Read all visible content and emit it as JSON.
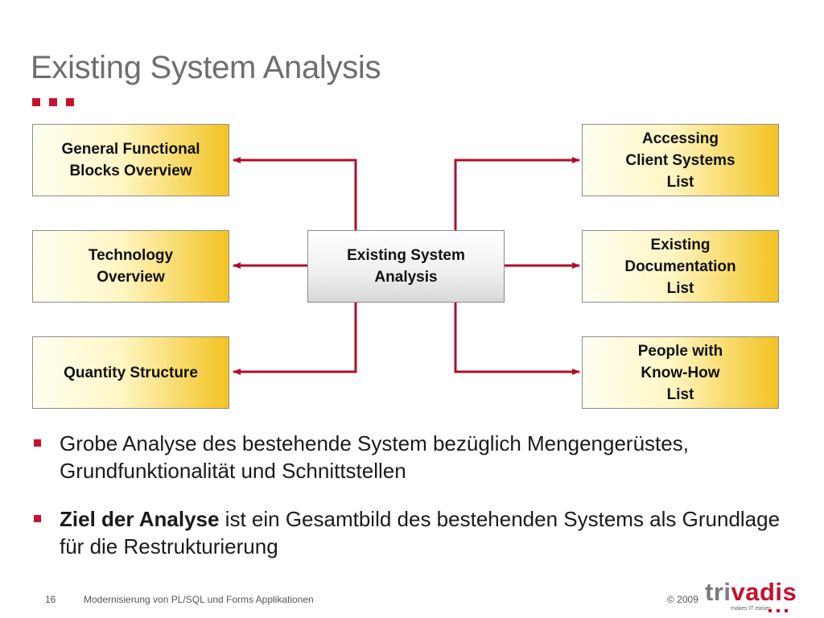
{
  "slide": {
    "title": "Existing System Analysis",
    "accent_color": "#c8102e"
  },
  "diagram": {
    "center": {
      "label": "Existing System\nAnalysis"
    },
    "left_boxes": [
      {
        "label": "General Functional\nBlocks Overview"
      },
      {
        "label": "Technology\nOverview"
      },
      {
        "label": "Quantity Structure"
      }
    ],
    "right_boxes": [
      {
        "label": "Accessing\nClient Systems\nList"
      },
      {
        "label": "Existing\nDocumentation\nList"
      },
      {
        "label": "People with\nKnow-How\nList"
      }
    ],
    "box_gradient": [
      "#fffff2",
      "#f3c321"
    ],
    "connector_color": "#b00d2a"
  },
  "bullets": [
    {
      "bold": "",
      "text": "Grobe Analyse des bestehende System bezüglich Mengengerüstes, Grundfunktionalität und Schnittstellen"
    },
    {
      "bold": "Ziel der Analyse",
      "text": " ist ein Gesamtbild des bestehenden Systems als Grundlage für die Restrukturierung"
    }
  ],
  "footer": {
    "page_number": "16",
    "subject": "Modernisierung von PL/SQL und Forms Applikationen",
    "copyright": "© 2009",
    "logo_prefix": "tri",
    "logo_suffix": "vadis",
    "logo_tagline": "makes IT easier."
  }
}
